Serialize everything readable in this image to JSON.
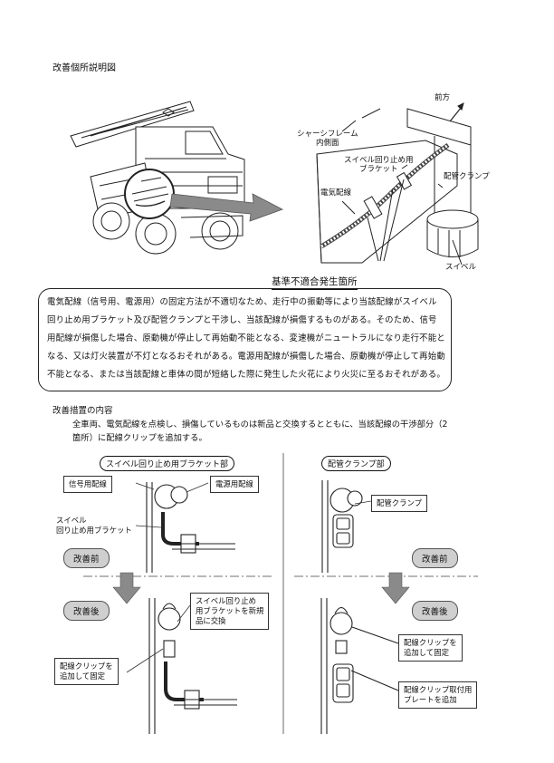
{
  "doc_title": "改善個所説明図",
  "top_right_labels": {
    "forward": "前方",
    "chassis_frame_inner": "シャーシフレーム\n内側面",
    "swivel_stop_bracket": "スイベル回り止め用\nブラケット",
    "pipe_clamp": "配管クランプ",
    "electric_wiring": "電気配線",
    "swivel": "スイベル"
  },
  "nonconformity_label": "基準不適合発生箇所",
  "description": "電気配線（信号用、電源用）の固定方法が不適切なため、走行中の振動等により当該配線がスイベル回り止め用ブラケット及び配管クランプと干渉し、当該配線が損傷するものがある。そのため、信号用配線が損傷した場合、原動機が停止して再始動不能となる、変速機がニュートラルになり走行不能となる、又は灯火装置が不灯となるおそれがある。電源用配線が損傷した場合、原動機が停止して再始動不能となる、または当該配線と車体の間が短絡した際に発生した火花により火災に至るおそれがある。",
  "measures": {
    "title": "改善措置の内容",
    "body": "全車両、電気配線を点検し、損傷しているものは新品と交換するとともに、当該配線の干渉部分（2箇所）に配線クリップを追加する。"
  },
  "left_panel": {
    "header": "スイベル回り止め用ブラケット部",
    "signal_wire": "信号用配線",
    "power_wire": "電源用配線",
    "swivel_bracket": "スイベル\n回り止め用ブラケット",
    "before": "改善前",
    "after": "改善後",
    "replace_note": "スイベル回り止め\n用ブラケットを新規\n品に交換",
    "add_clip_note": "配線クリップを\n追加して固定"
  },
  "right_panel": {
    "header": "配管クランプ部",
    "pipe_clamp": "配管クランプ",
    "before": "改善前",
    "after": "改善後",
    "add_clip_note": "配線クリップを\n追加して固定",
    "plate_note": "配線クリップ取付用\nプレートを追加"
  },
  "colors": {
    "arrow_fill": "#8a8a8a",
    "pill_fill": "#cfcfcf",
    "ink": "#111111"
  }
}
